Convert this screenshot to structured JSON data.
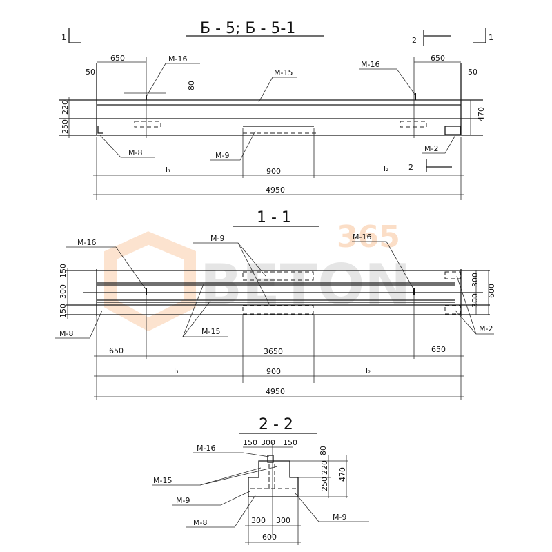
{
  "drawing": {
    "title": "Б - 5; Б - 5-1",
    "section_markers": {
      "left_1": "1",
      "right_1": "1",
      "top_2": "2",
      "bottom_2": "2"
    }
  },
  "elevation": {
    "dims": {
      "left_650": "650",
      "right_650": "650",
      "left_50": "50",
      "right_50": "50",
      "top_80": "80",
      "h_220": "220",
      "h_250": "250",
      "h_470": "470",
      "l1": "l₁",
      "mid_900": "900",
      "l2": "l₂",
      "total": "4950"
    },
    "labels": {
      "m16_left": "М-16",
      "m15": "М-15",
      "m16_right": "М-16",
      "m8": "М-8",
      "m9": "М-9",
      "m2": "М-2"
    }
  },
  "section_1_1": {
    "title": "1 - 1",
    "labels": {
      "m16_left": "М-16",
      "m9": "М-9",
      "m16_right": "М-16",
      "m15": "М-15",
      "m8": "М-8",
      "m2": "М-2"
    },
    "dims": {
      "left_150_top": "150",
      "left_300": "300",
      "left_150_bot": "150",
      "right_300_top": "300",
      "right_300_bot": "300",
      "right_600": "600",
      "left_650": "650",
      "mid_3650": "3650",
      "right_650": "650",
      "l1": "l₁",
      "mid_900": "900",
      "l2": "l₂",
      "total": "4950"
    }
  },
  "section_2_2": {
    "title": "2 - 2",
    "labels": {
      "m16": "М-16",
      "m15": "М-15",
      "m9_left": "М-9",
      "m8": "М-8",
      "m9_right": "М-9"
    },
    "dims": {
      "top_150_l": "150",
      "top_300": "300",
      "top_150_r": "150",
      "h_80": "80",
      "h_220": "220",
      "h_250": "250",
      "h_470": "470",
      "bot_300_l": "300",
      "bot_300_r": "300",
      "bot_600": "600"
    }
  },
  "watermark": {
    "number": "365",
    "brand": "BETON"
  }
}
